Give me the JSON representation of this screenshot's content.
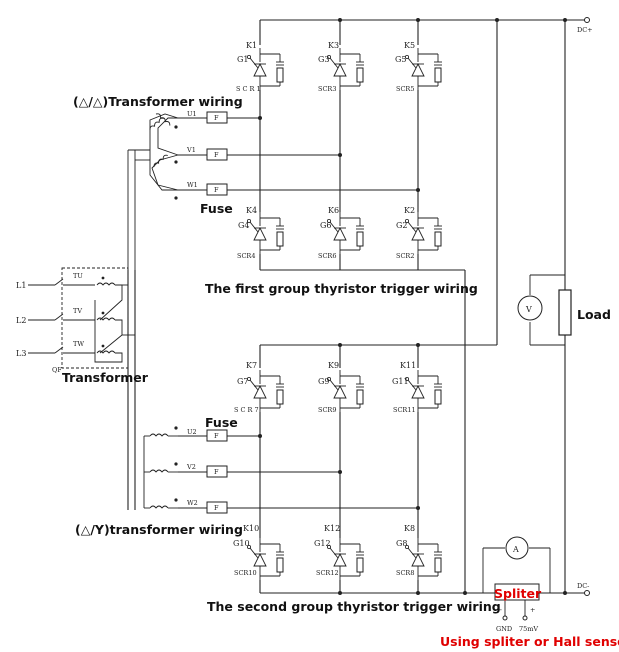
{
  "terminals": {
    "dc_pos": "DC+",
    "dc_neg": "DC-"
  },
  "headings": {
    "dd_transformer": "(△/△)Transformer wiring",
    "dy_transformer": "(△/Y)transformer wiring",
    "fuse_top": "Fuse",
    "fuse_bottom": "Fuse",
    "transformer": "Transformer",
    "first_group": "The first group thyristor trigger wiring",
    "second_group": "The second group thyristor trigger wiring",
    "load": "Load",
    "spliter": "Spliter",
    "sensor_note": "Using spliter or Hall sensor"
  },
  "meters": {
    "voltmeter": "V",
    "ammeter": "A"
  },
  "inputs": {
    "l1": "L1",
    "l2": "L2",
    "l3": "L3",
    "qf": "QF",
    "tu": "TU",
    "tv": "TV",
    "tw": "TW"
  },
  "phases_top": {
    "u": "U1",
    "v": "V1",
    "w": "W1"
  },
  "phases_bottom": {
    "u": "U2",
    "v": "V2",
    "w": "W2"
  },
  "fuse_symbol": "F",
  "spliter_terms": {
    "minus": "−",
    "plus": "+",
    "gnd": "GND",
    "mv": "75mV"
  },
  "scr_top_upper": [
    {
      "k": "K1",
      "g": "G1",
      "name": "S C R 1"
    },
    {
      "k": "K3",
      "g": "G3",
      "name": "SCR3"
    },
    {
      "k": "K5",
      "g": "G5",
      "name": "SCR5"
    }
  ],
  "scr_top_lower": [
    {
      "k": "K4",
      "g": "G4",
      "name": "SCR4"
    },
    {
      "k": "K6",
      "g": "G6",
      "name": "SCR6"
    },
    {
      "k": "K2",
      "g": "G2",
      "name": "SCR2"
    }
  ],
  "scr_bot_upper": [
    {
      "k": "K7",
      "g": "G7",
      "name": "S C R 7"
    },
    {
      "k": "K9",
      "g": "G9",
      "name": "SCR9"
    },
    {
      "k": "K11",
      "g": "G11",
      "name": "SCR11"
    }
  ],
  "scr_bot_lower": [
    {
      "k": "K10",
      "g": "G10",
      "name": "SCR10"
    },
    {
      "k": "K12",
      "g": "G12",
      "name": "SCR12"
    },
    {
      "k": "K8",
      "g": "G8",
      "name": "SCR8"
    }
  ]
}
